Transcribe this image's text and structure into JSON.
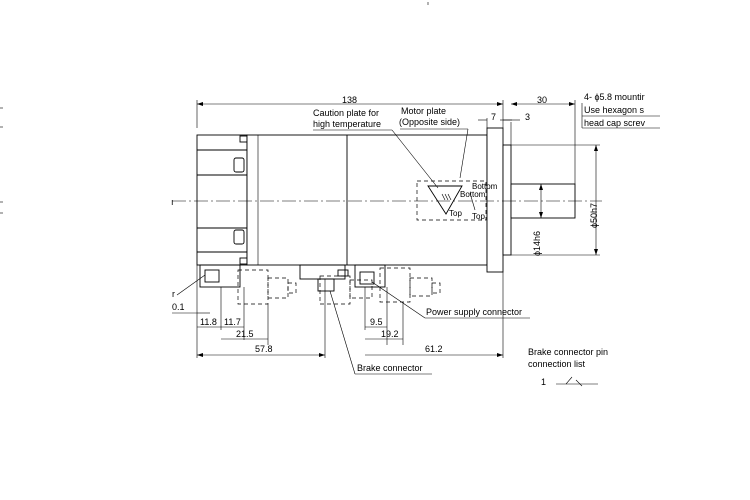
{
  "dimensions": {
    "total_length": "138",
    "shaft_length": "30",
    "flange_thickness": "7",
    "shaft_step": "3",
    "shaft_dia": "ϕ14h6",
    "pilot_dia": "ϕ50h7",
    "d_01": "0.1",
    "d_118": "11.8",
    "d_117": "11.7",
    "d_215": "21.5",
    "d_578": "57.8",
    "d_95": "9.5",
    "d_192": "19.2",
    "d_612": "61.2"
  },
  "notes": {
    "mounting_line1": "4- ϕ5.8 mountir",
    "mounting_line2": "Use hexagon s",
    "mounting_line3": "head cap screv"
  },
  "labels": {
    "caution_line1": "Caution plate for",
    "caution_line2": "high temperature",
    "motor_plate_line1": "Motor plate",
    "motor_plate_line2": "(Opposite side)",
    "bottom_a": "Bottom",
    "bottom_b": "Bottom",
    "top_a": "Top",
    "top_b": "Top",
    "power_connector": "Power supply connector",
    "brake_connector": "Brake connector",
    "brake_list_line1": "Brake connector pin",
    "brake_list_line2": "connection list",
    "pin_1": "1",
    "left_fragment": "r"
  }
}
